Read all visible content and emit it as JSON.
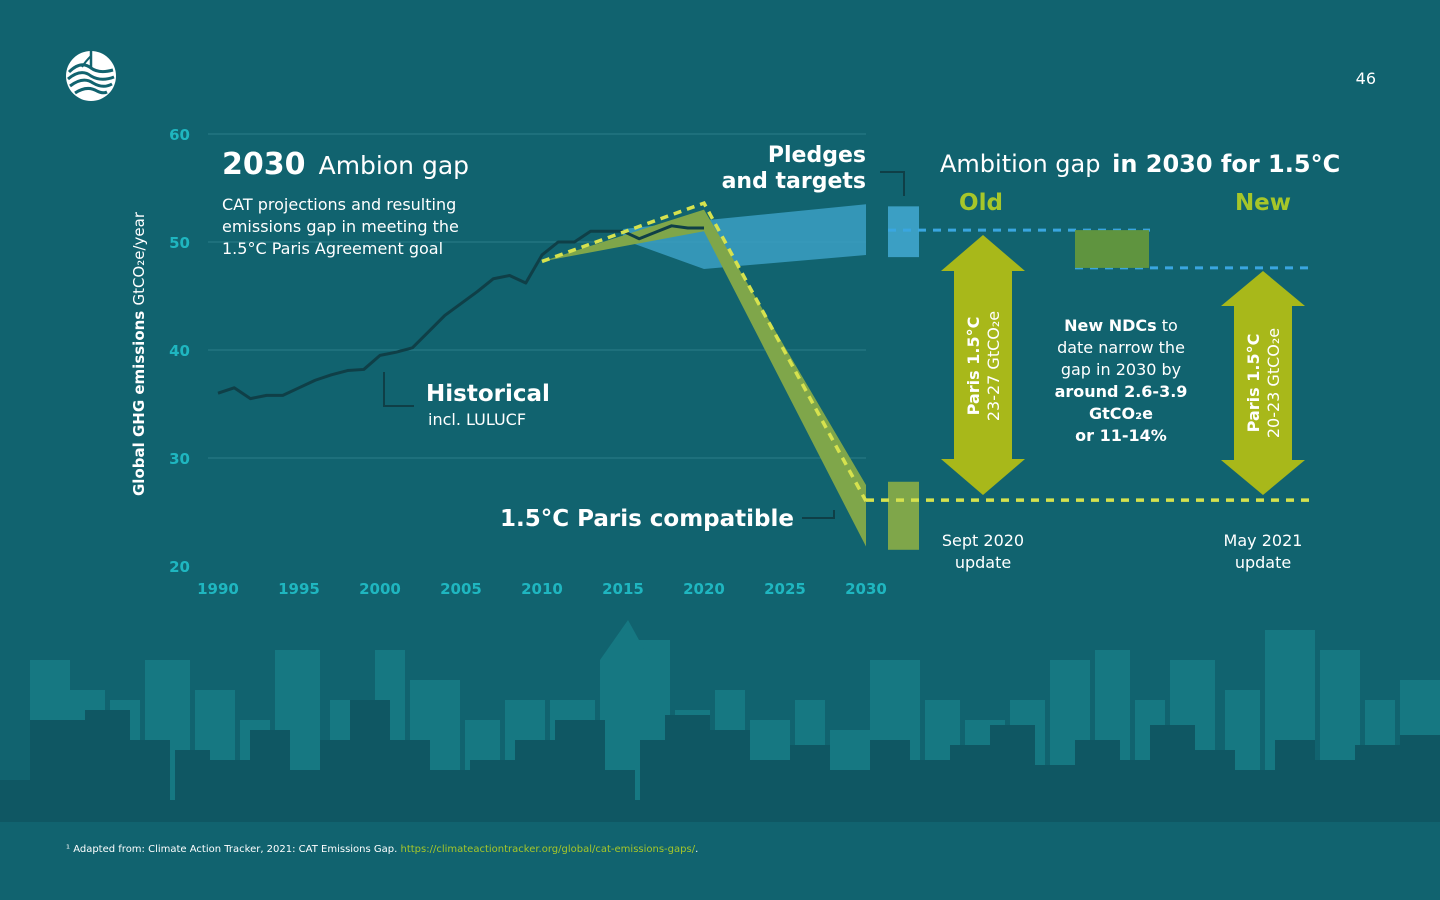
{
  "page_number": "46",
  "logo_icon": "globe-waves-icon",
  "footnote": {
    "text": "¹ Adapted from: Climate Action Tracker, 2021: CAT Emissions Gap. ",
    "link": "https://climateactiontracker.org/global/cat-emissions-gaps/",
    "end": "."
  },
  "colors": {
    "background": "#11636f",
    "historical_line": "#0f3f47",
    "pledges_band": "#3b9fc4",
    "paris_band": "#7fa64a",
    "paris_dash": "#d6e24e",
    "arrow": "#a8b81a",
    "accent_text": "#a6c629",
    "tick_text": "#1fb6c0",
    "blue_dash": "#3aa6e0"
  },
  "title": {
    "year": "2030",
    "rest": "Ambion gap"
  },
  "subtitle_lines": [
    "CAT projections and resulting",
    "emissions gap in meeting the",
    "1.5°C Paris Agreement goal"
  ],
  "labels": {
    "pledges_line1": "Pledges",
    "pledges_line2": "and targets",
    "historical": "Historical",
    "historical_sub": "incl. LULUCF",
    "paris": "1.5°C Paris compatible"
  },
  "gap_panel": {
    "title_normal": "Ambition gap ",
    "title_bold": "in 2030 for 1.5°C",
    "old_label": "Old",
    "new_label": "New",
    "old_arrow_line1": "Paris 1.5°C",
    "old_arrow_line2": "23-27 GtCO₂e",
    "new_arrow_line1": "Paris 1.5°C",
    "new_arrow_line2": "20-23 GtCO₂e",
    "ndc_lines": [
      {
        "bold": "New NDCs",
        "normal": " to"
      },
      {
        "bold": "",
        "normal": "date narrow the"
      },
      {
        "bold": "",
        "normal": "gap in 2030 by"
      },
      {
        "bold": "around 2.6-3.9",
        "normal": ""
      },
      {
        "bold": "GtCO₂e",
        "normal": ""
      },
      {
        "bold": "or 11-14%",
        "normal": ""
      }
    ],
    "old_date_line1": "Sept 2020",
    "old_date_line2": "update",
    "new_date_line1": "May 2021",
    "new_date_line2": "update"
  },
  "chart_data": {
    "type": "line",
    "title": "2030 Ambion gap",
    "ylabel_bold": "Global GHG emissions ",
    "ylabel_normal": "GtCO₂e/year",
    "xlim": [
      1990,
      2030
    ],
    "ylim": [
      20,
      60
    ],
    "x_ticks": [
      1990,
      1995,
      2000,
      2005,
      2010,
      2015,
      2020,
      2025,
      2030
    ],
    "y_ticks": [
      20,
      30,
      40,
      50,
      60
    ],
    "grid": true,
    "historical": {
      "name": "Historical",
      "x": [
        1990,
        1991,
        1992,
        1993,
        1994,
        1995,
        1996,
        1997,
        1998,
        1999,
        2000,
        2001,
        2002,
        2003,
        2004,
        2005,
        2006,
        2007,
        2008,
        2009,
        2010,
        2011,
        2012,
        2013,
        2014,
        2015,
        2016,
        2017,
        2018,
        2019,
        2020
      ],
      "y": [
        36,
        36.5,
        35.5,
        35.8,
        35.8,
        36.5,
        37.2,
        37.7,
        38.1,
        38.2,
        39.5,
        39.8,
        40.2,
        41.7,
        43.2,
        44.3,
        45.4,
        46.6,
        46.9,
        46.2,
        48.8,
        50,
        50,
        51,
        51,
        51,
        50.3,
        50.9,
        51.5,
        51.3,
        51.3
      ]
    },
    "pledges_band": {
      "name": "Pledges and targets",
      "x": [
        2015,
        2020,
        2030
      ],
      "upper": [
        51.2,
        52,
        53.5
      ],
      "lower": [
        50.2,
        47.5,
        48.8
      ]
    },
    "paris_band": {
      "name": "1.5°C Paris compatible",
      "x": [
        2010,
        2020,
        2030
      ],
      "upper": [
        48.2,
        53,
        27.5
      ],
      "lower": [
        48.2,
        51,
        21.8
      ]
    },
    "paris_dashed": {
      "x": [
        2010,
        2020,
        2030
      ],
      "y": [
        48.2,
        53.6,
        26
      ]
    },
    "gap_markers": {
      "pledges_2030": [
        48.6,
        53.3
      ],
      "paris_2030": [
        21.5,
        27.8
      ]
    },
    "old_range": [
      23,
      27
    ],
    "new_range": [
      20,
      23
    ],
    "old_pledge_level": 51.1,
    "new_pledge_level": 47.6,
    "paris_level": 26.1,
    "new_ndc_box": [
      47.6,
      51.1
    ]
  }
}
